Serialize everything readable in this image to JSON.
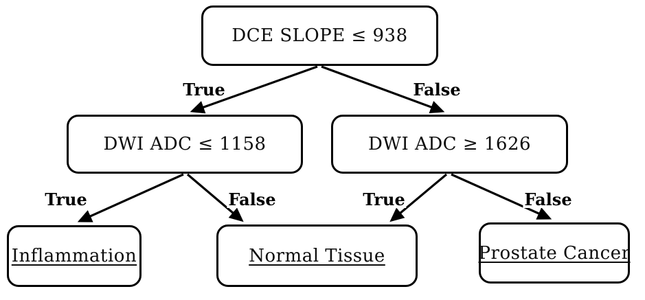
{
  "diagram": {
    "type": "decision-tree",
    "background_color": "#ffffff",
    "line_color": "#000000",
    "text_color": "#0d0d0d",
    "nodes": {
      "root": "DCE SLOPE ≤ 938",
      "left": "DWI ADC ≤ 1158",
      "right": "DWI ADC ≥ 1626",
      "leaf_inflammation": "Inflammation",
      "leaf_normal_tissue": "Normal Tissue",
      "leaf_prostate_cancer": "Prostate Cancer"
    },
    "edges": {
      "root_true": "True",
      "root_false": "False",
      "left_true": "True",
      "left_false": "False",
      "right_true": "True",
      "right_false": "False"
    }
  }
}
